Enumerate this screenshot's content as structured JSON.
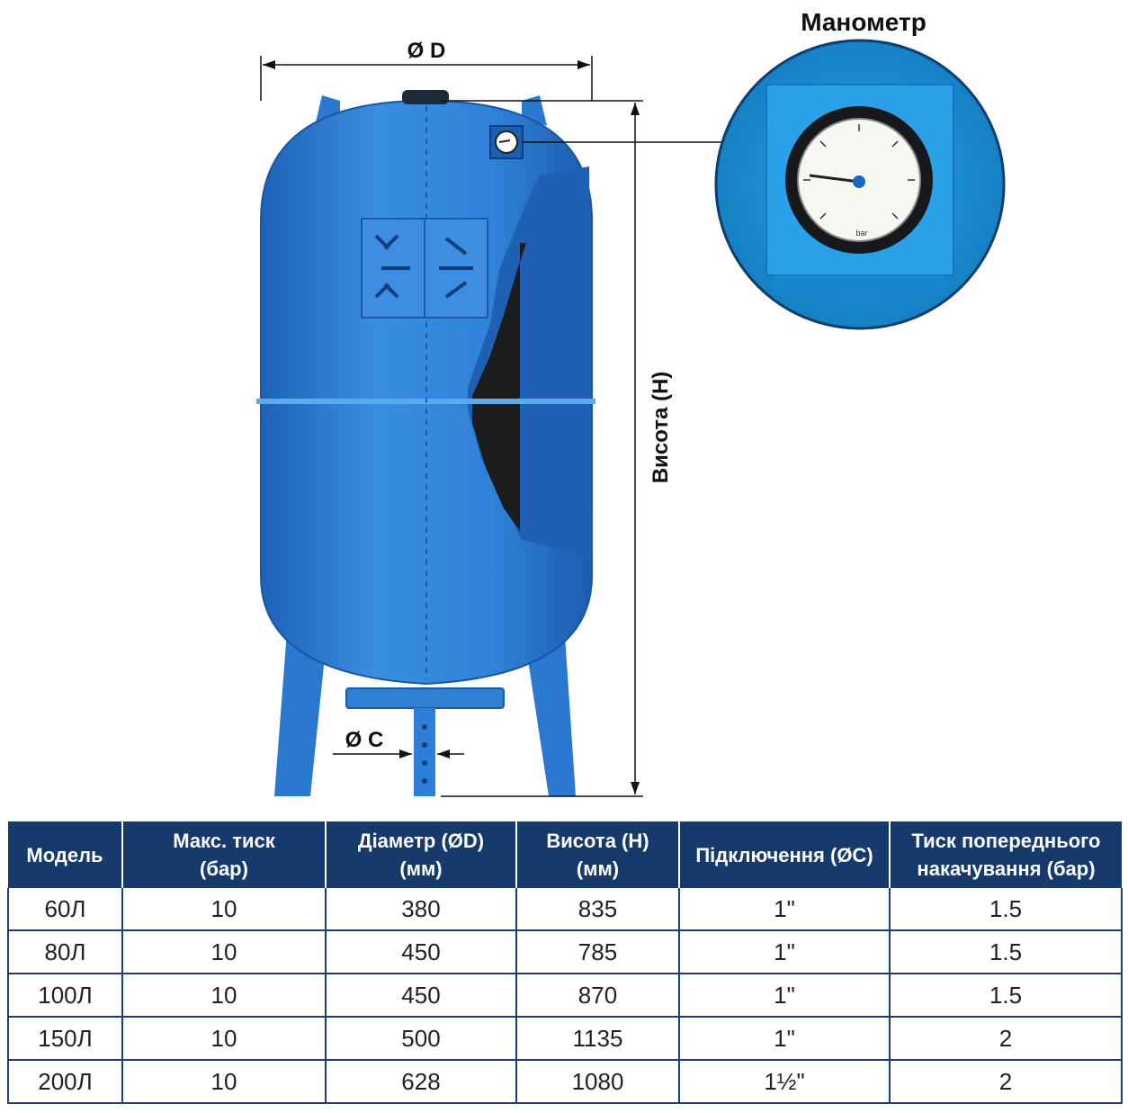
{
  "diagram": {
    "diameter_label": "Ø D",
    "height_label": "Висота (H)",
    "connection_label": "Ø C",
    "manometer_title": "Манометр",
    "gauge_unit": "bar",
    "colors": {
      "tank": "#2e7fd6",
      "tank_dark": "#1f5fb0",
      "tank_light": "#4a9be8",
      "membrane": "#1b1b1b",
      "zoom_bg": "#1e94d8",
      "line": "#111111"
    }
  },
  "table": {
    "headers": [
      "Модель",
      "Макс. тиск\n(бар)",
      "Діаметр (ØD)\n(мм)",
      "Висота (H)\n(мм)",
      "Підключення (ØC)",
      "Тиск попереднього\nнакачування (бар)"
    ],
    "rows": [
      [
        "60Л",
        "10",
        "380",
        "835",
        "1\"",
        "1.5"
      ],
      [
        "80Л",
        "10",
        "450",
        "785",
        "1\"",
        "1.5"
      ],
      [
        "100Л",
        "10",
        "450",
        "870",
        "1\"",
        "1.5"
      ],
      [
        "150Л",
        "10",
        "500",
        "1135",
        "1\"",
        "2"
      ],
      [
        "200Л",
        "10",
        "628",
        "1080",
        "1½\"",
        "2"
      ]
    ]
  }
}
